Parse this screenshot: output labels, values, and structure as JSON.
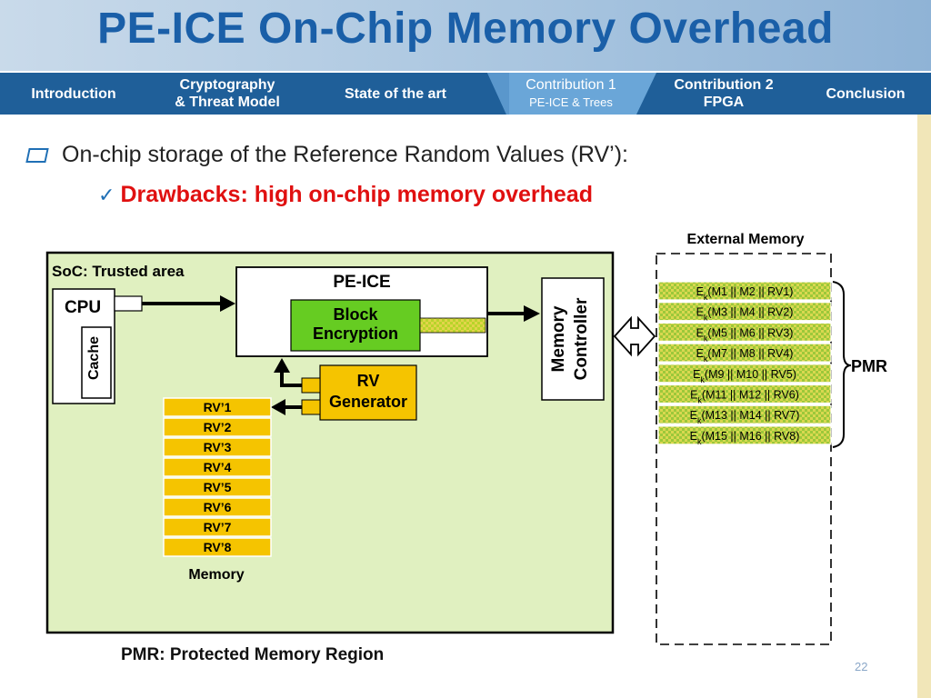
{
  "title": "PE-ICE On-Chip Memory Overhead",
  "nav": {
    "tabs": [
      {
        "line1": "Introduction",
        "line2": ""
      },
      {
        "line1": "Cryptography",
        "line2": "& Threat Model"
      },
      {
        "line1": "State of the art",
        "line2": ""
      },
      {
        "line1": "Contribution 1",
        "line2": "PE-ICE & Trees"
      },
      {
        "line1": "Contribution 2",
        "line2": "FPGA"
      },
      {
        "line1": "Conclusion",
        "line2": ""
      }
    ],
    "active_index": 3
  },
  "bullets": {
    "main": "On-chip storage of the Reference Random Values (RV’):",
    "sub": "Drawbacks: high on-chip memory overhead"
  },
  "diagram": {
    "soc_label": "SoC: Trusted area",
    "cpu_label": "CPU",
    "cache_label": "Cache",
    "pe_ice_label": "PE-ICE",
    "block_encryption": [
      "Block",
      "Encryption"
    ],
    "rv_generator": [
      "RV",
      "Generator"
    ],
    "memory_controller": [
      "Memory",
      "Controller"
    ],
    "memory_label": "Memory",
    "rv_list": [
      "RV’1",
      "RV’2",
      "RV’3",
      "RV’4",
      "RV’5",
      "RV’6",
      "RV’7",
      "RV’8"
    ],
    "external_memory_label": "External Memory",
    "pmr_label": "PMR",
    "ext_rows": [
      {
        "prefix": "E",
        "sub": "k",
        "body": "(M1 || M2 || RV1)"
      },
      {
        "prefix": "E",
        "sub": "k",
        "body": "(M3 || M4 || RV2)"
      },
      {
        "prefix": "E",
        "sub": "k",
        "body": "(M5 || M6 || RV3)"
      },
      {
        "prefix": "E",
        "sub": "k",
        "body": "(M7 || M8 || RV4)"
      },
      {
        "prefix": "E",
        "sub": "k",
        "body": "(M9 || M10 || RV5)"
      },
      {
        "prefix": "E",
        "sub": "k",
        "body": "(M11 || M12 || RV6)"
      },
      {
        "prefix": "E",
        "sub": "k",
        "body": "(M13 || M14 || RV7)"
      },
      {
        "prefix": "E",
        "sub": "k",
        "body": "(M15 || M16 || RV8)"
      }
    ]
  },
  "footnote": "PMR: Protected Memory Region",
  "slide_number": "22",
  "colors": {
    "title_blue": "#1a5fa8",
    "nav_blue": "#1f5f99",
    "nav_active": "#6aa6d8",
    "soc_fill": "#e0f0c0",
    "block_green": "#66cc22",
    "rv_yellow": "#f5c400",
    "bullet_red": "#e01010"
  }
}
